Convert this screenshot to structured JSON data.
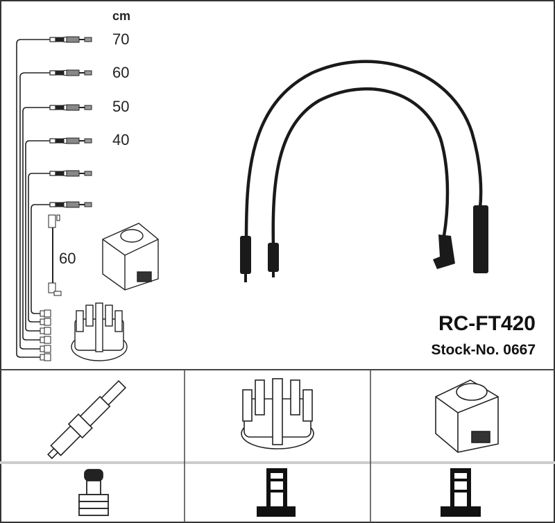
{
  "diagram": {
    "unit_label": "cm",
    "cable_lengths": [
      "70",
      "60",
      "50",
      "40",
      "",
      ""
    ],
    "coil_cable_length": "60",
    "product_code": "RC-FT420",
    "stock_number": "Stock-No. 0667"
  },
  "components": {
    "top_row": [
      "spark-plug",
      "distributor-cap",
      "ignition-coil"
    ],
    "bottom_row": [
      "spark-plug-terminal",
      "distributor-terminal",
      "coil-terminal"
    ]
  }
}
